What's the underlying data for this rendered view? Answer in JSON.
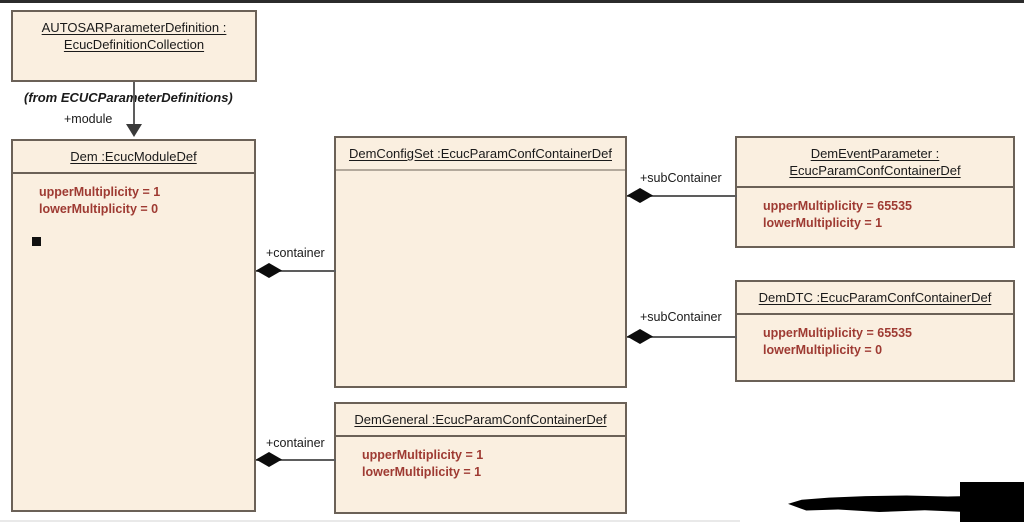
{
  "diagram": {
    "type": "uml-class-diagram",
    "title": "AUTOSAR Dem ECU Configuration Parameter Definition",
    "colors": {
      "box_fill": "#faefe0",
      "box_border": "#6b6157",
      "attribute_text": "#9e3a32",
      "connector": "#5d5d5d",
      "title_text": "#1a1a1a"
    }
  },
  "classes": {
    "autosar_parameter_definition": {
      "title_lines": [
        "AUTOSARParameterDefinition :",
        "EcucDefinitionCollection"
      ],
      "attributes": [],
      "stereotype_note": "(from ECUCParameterDefinitions)"
    },
    "dem": {
      "title_lines": [
        "Dem :EcucModuleDef"
      ],
      "attributes": [
        "upperMultiplicity = 1",
        "lowerMultiplicity = 0"
      ]
    },
    "dem_config_set": {
      "title_lines": [
        "DemConfigSet :EcucParamConfContainerDef"
      ],
      "attributes": []
    },
    "dem_event_parameter": {
      "title_lines": [
        "DemEventParameter :",
        "EcucParamConfContainerDef"
      ],
      "attributes": [
        "upperMultiplicity = 65535",
        "lowerMultiplicity = 1"
      ]
    },
    "dem_dtc": {
      "title_lines": [
        "DemDTC :EcucParamConfContainerDef"
      ],
      "attributes": [
        "upperMultiplicity = 65535",
        "lowerMultiplicity = 0"
      ]
    },
    "dem_general": {
      "title_lines": [
        "DemGeneral :EcucParamConfContainerDef"
      ],
      "attributes": [
        "upperMultiplicity = 1",
        "lowerMultiplicity = 1"
      ]
    }
  },
  "connectors": {
    "module": {
      "label": "+module",
      "from": "autosar_parameter_definition",
      "to": "dem",
      "kind": "arrow"
    },
    "container_config_set": {
      "label": "+container",
      "from": "dem",
      "to": "dem_config_set",
      "kind": "composition"
    },
    "container_general": {
      "label": "+container",
      "from": "dem",
      "to": "dem_general",
      "kind": "composition"
    },
    "subcontainer_event": {
      "label": "+subContainer",
      "from": "dem_config_set",
      "to": "dem_event_parameter",
      "kind": "composition"
    },
    "subcontainer_dtc": {
      "label": "+subContainer",
      "from": "dem_config_set",
      "to": "dem_dtc",
      "kind": "composition"
    }
  }
}
